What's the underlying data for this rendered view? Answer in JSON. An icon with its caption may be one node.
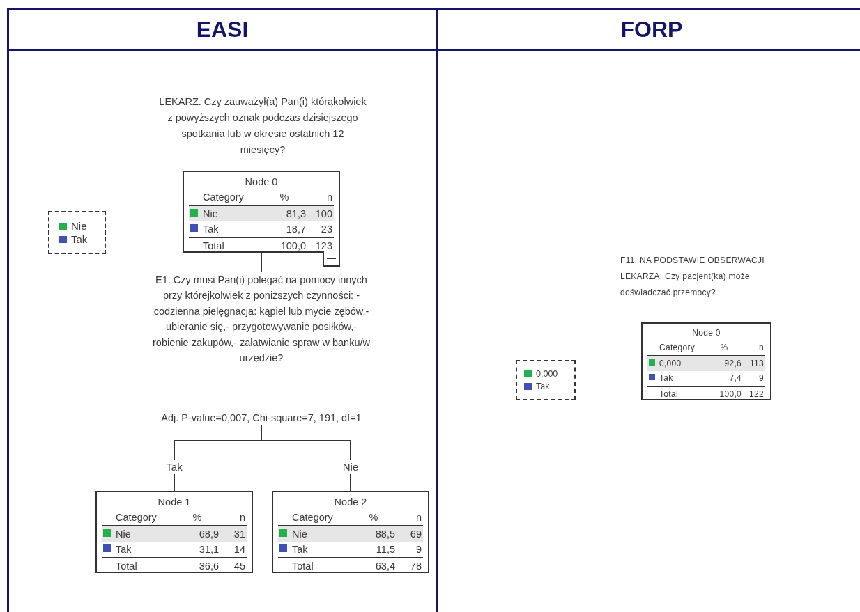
{
  "diagram": {
    "nodes": [
      {
        "text": [
          "EASI"
        ]
      },
      {
        "text": [
          "FORP"
        ]
      },
      {
        "text": [
          "Node 0",
          "Category",
          "%",
          "n",
          "Nie",
          "81,3",
          "100",
          "Tak",
          "18,7",
          "23",
          "Total",
          "100,0",
          "123"
        ],
        "in": 0,
        "beside": [
          "LEKARZ. Czy zauważył(a) Pan(i) którąkolwiek z powyższych oznak podczas dzisiejszego spotkania lub w okresie ostatnich 12 miesięcy?"
        ]
      },
      {
        "text": [
          "E1. Czy musi Pan(i) polegać na pomocy innych przy którejkolwiek z poniższych czynności: - codzienna pielęgnacja: kąpiel lub mycie zębów,- ubieranie się,- przygotowywanie posiłków,- robienie zakupów,- załatwianie spraw w banku/w urzędzie?",
          "Adj. P-value=0,007, Chi-square=7, 191, df=1"
        ],
        "in": 0
      },
      {
        "text": [
          "Node 1",
          "Category",
          "%",
          "n",
          "Nie",
          "68,9",
          "31",
          "Tak",
          "31,1",
          "14",
          "Total",
          "36,6",
          "45"
        ],
        "in": 0
      },
      {
        "text": [
          "Node 2",
          "Category",
          "%",
          "n",
          "Nie",
          "88,5",
          "69",
          "Tak",
          "11,5",
          "9",
          "Total",
          "63,4",
          "78"
        ],
        "in": 0
      },
      {
        "text": [
          "Node 0",
          "Category",
          "%",
          "n",
          "0,000",
          "92,6",
          "113",
          "Tak",
          "7,4",
          "9",
          "Total",
          "100,0",
          "122"
        ],
        "in": 1,
        "beside": [
          "F11. NA PODSTAWIE OBSERWACJI LEKARZA: Czy pacjent(ka) może doświadczać przemocy?"
        ]
      }
    ],
    "edges": [
      {
        "from": 2,
        "to": 3,
        "arrow": "none"
      },
      {
        "from": 3,
        "to": 4,
        "arrow": "none",
        "label": "Tak"
      },
      {
        "from": 3,
        "to": 5,
        "arrow": "none",
        "label": "Nie"
      }
    ],
    "legend": [
      {
        "text": "Nie",
        "color": "#22b14c"
      },
      {
        "text": "Tak",
        "color": "#3f51b5"
      },
      {
        "text": "0,000",
        "color": "#22b14c"
      },
      {
        "text": "Tak",
        "color": "#3f51b5"
      }
    ]
  }
}
